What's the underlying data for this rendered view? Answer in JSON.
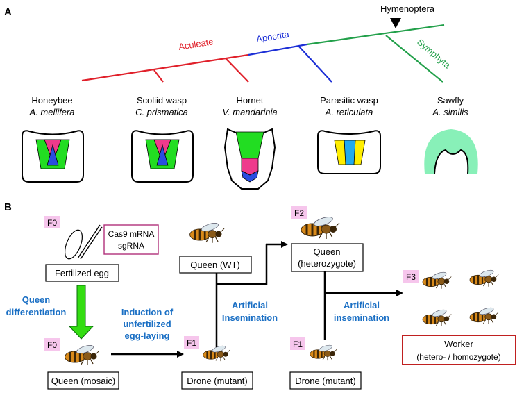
{
  "panel_a": {
    "letter": "A",
    "tree": {
      "hymenoptera": "Hymenoptera",
      "aculeate": "Aculeate",
      "apocrita": "Apocrita",
      "symphyta": "Symphyta",
      "colors": {
        "aculeate": "#e0202a",
        "apocrita": "#1c2fd6",
        "symphyta": "#22a04a"
      }
    },
    "species": [
      {
        "common": "Honeybee",
        "latin": "A. mellifera"
      },
      {
        "common": "Scoliid wasp",
        "latin": "C. prismatica"
      },
      {
        "common": "Hornet",
        "latin": "V. mandarinia"
      },
      {
        "common": "Parasitic wasp",
        "latin": "A. reticulata"
      },
      {
        "common": "Sawfly",
        "latin": "A. similis"
      }
    ],
    "region_colors": {
      "green": "#22dd22",
      "magenta": "#ee3a8c",
      "blue": "#2a4de0",
      "yellow": "#ffee00",
      "cyan": "#22aaee",
      "mint": "#88f0b8"
    }
  },
  "panel_b": {
    "letter": "B",
    "tags": {
      "f0a": "F0",
      "f0b": "F0",
      "f1a": "F1",
      "f1b": "F1",
      "f2": "F2",
      "f3": "F3"
    },
    "injection": [
      "Cas9 mRNA",
      "sgRNA"
    ],
    "boxes": {
      "fertilized_egg": "Fertilized egg",
      "queen_mosaic": "Queen (mosaic)",
      "queen_wt": "Queen (WT)",
      "drone_mutant_1": "Drone (mutant)",
      "queen_het": [
        "Queen",
        "(heterozygote)"
      ],
      "drone_mutant_2": "Drone (mutant)",
      "worker": [
        "Worker",
        "(hetero- / homozygote)"
      ]
    },
    "steps": {
      "queen_diff": [
        "Queen",
        "differentiation"
      ],
      "induction": [
        "Induction of",
        "unfertilized",
        "egg-laying"
      ],
      "insem1": [
        "Artificial",
        "Insemination"
      ],
      "insem2": [
        "Artificial",
        "insemination"
      ]
    },
    "colors": {
      "step_text": "#1a6fc4",
      "tag_bg": "#f6c6ec",
      "arrow_green": "#33dd11",
      "worker_border": "#c02020",
      "inj_border": "#b0307a"
    }
  }
}
